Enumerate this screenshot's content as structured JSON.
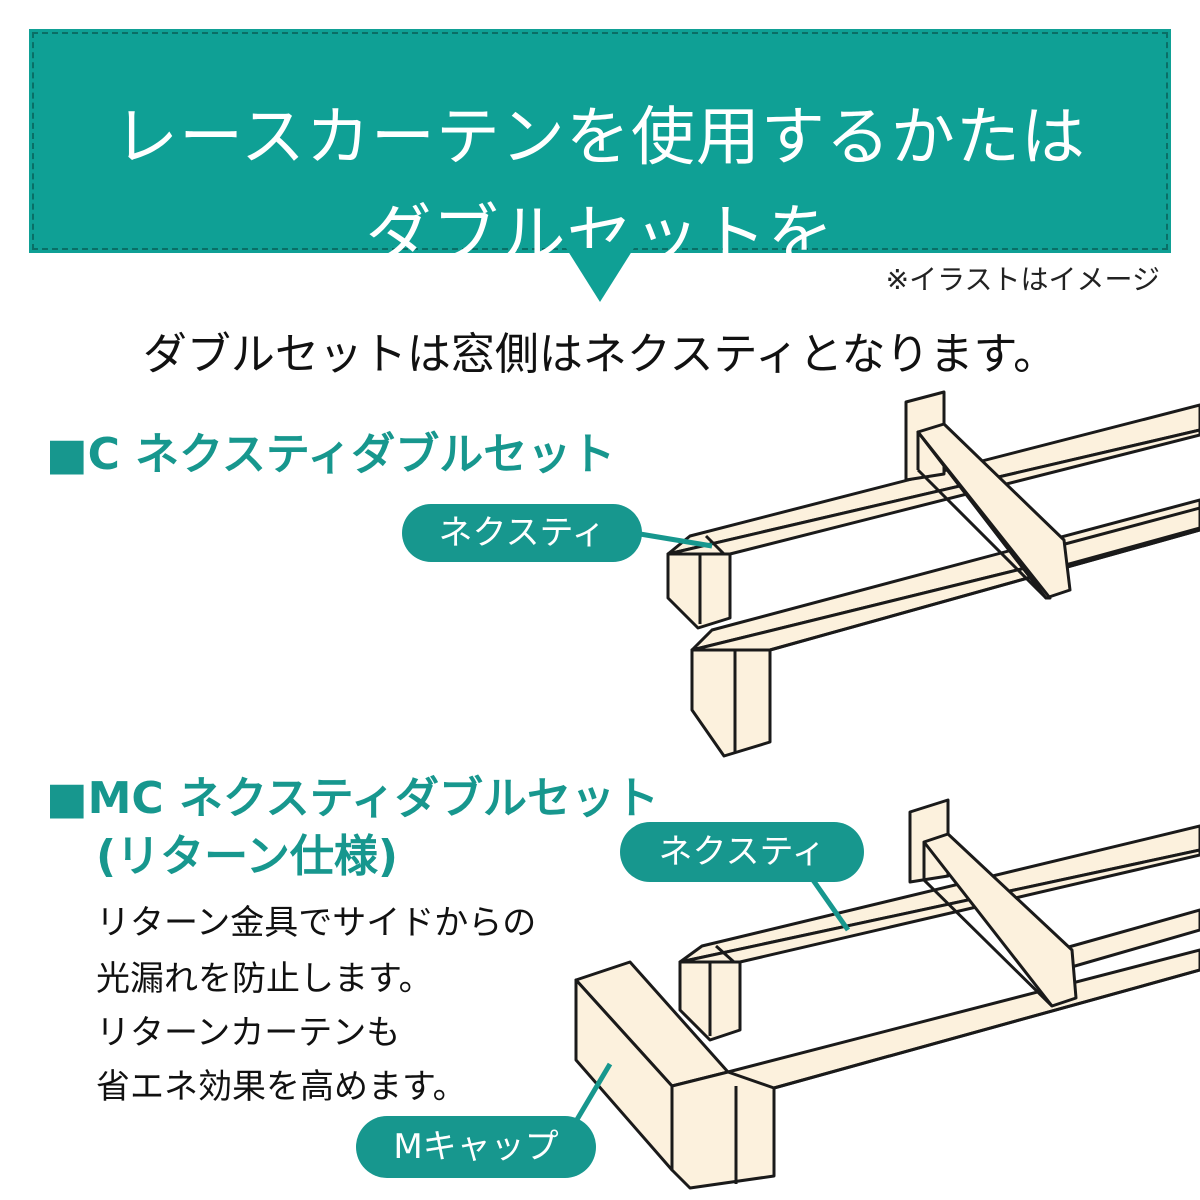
{
  "banner": {
    "line1": "レースカーテンを使用するかたは",
    "line2": "ダブルセットを"
  },
  "note": "※イラストはイメージ",
  "subtitle": "ダブルセットは窓側はネクスティとなります。",
  "section_c": {
    "heading": "■C ネクスティダブルセット",
    "label": "ネクスティ"
  },
  "section_mc": {
    "heading_line1": "■MC ネクスティダブルセット",
    "heading_line2": "(リターン仕様)",
    "description": [
      "リターン金具でサイドからの",
      "光漏れを防止します。",
      "リターンカーテンも",
      "省エネ効果を高めます。"
    ],
    "label_nexty": "ネクスティ",
    "label_mcap": "Mキャップ"
  },
  "colors": {
    "accent": "#17978e",
    "banner": "#0fa095",
    "rail_fill": "#fcf1dd",
    "outline": "#1a1a1a"
  }
}
